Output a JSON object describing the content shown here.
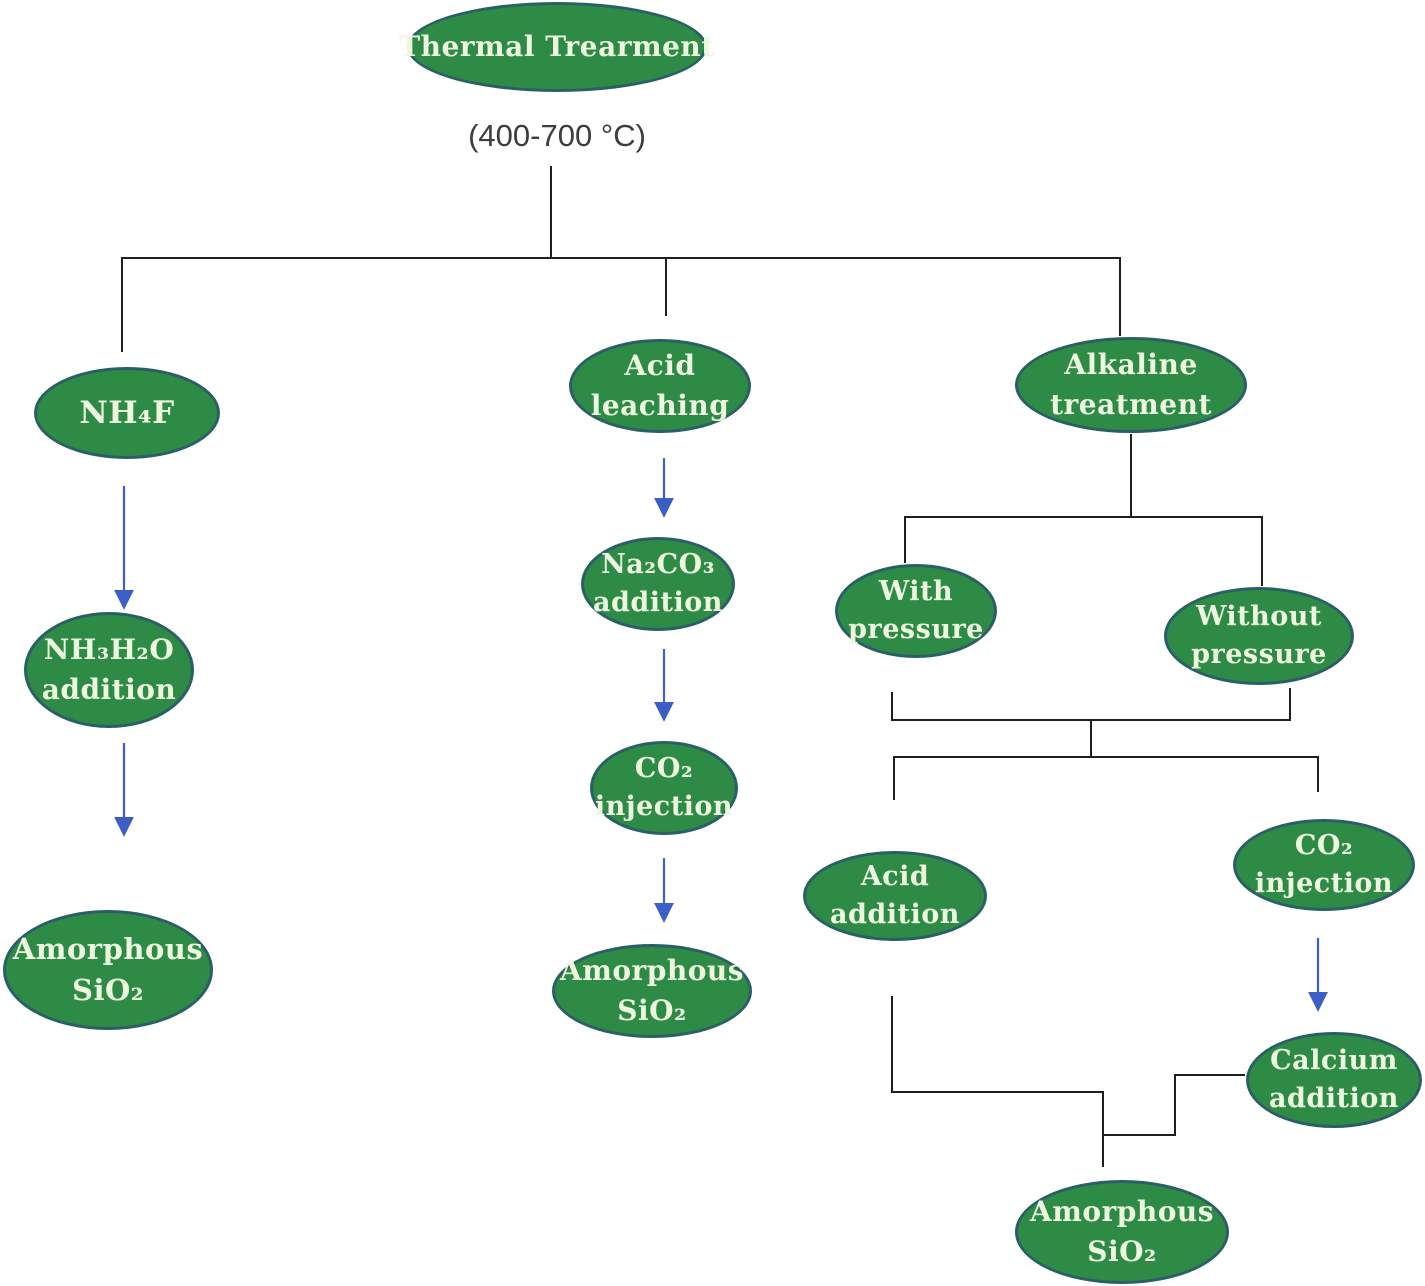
{
  "diagram": {
    "title_node": "Thermal Trearment",
    "temperature_note": "(400-700 °C)",
    "nodes": {
      "thermal": {
        "lines": [
          "Thermal Trearment"
        ]
      },
      "nh4f": {
        "lines": [
          "NH₄F"
        ]
      },
      "nh3h2o": {
        "lines": [
          "NH₃H₂O",
          "addition"
        ]
      },
      "amorphous_left": {
        "lines": [
          "Amorphous",
          "SiO₂"
        ]
      },
      "acid_leaching": {
        "lines": [
          "Acid",
          "leaching"
        ]
      },
      "na2co3": {
        "lines": [
          "Na₂CO₃",
          "addition"
        ]
      },
      "co2_mid": {
        "lines": [
          "CO₂",
          "injection"
        ]
      },
      "amorphous_mid": {
        "lines": [
          "Amorphous",
          "SiO₂"
        ]
      },
      "alkaline": {
        "lines": [
          "Alkaline",
          "treatment"
        ]
      },
      "with_pressure": {
        "lines": [
          "With",
          "pressure"
        ]
      },
      "without_pressure": {
        "lines": [
          "Without",
          "pressure"
        ]
      },
      "acid_addition": {
        "lines": [
          "Acid",
          "addition"
        ]
      },
      "co2_right": {
        "lines": [
          "CO₂",
          "injection"
        ]
      },
      "calcium": {
        "lines": [
          "Calcium",
          "addition"
        ]
      },
      "amorphous_bottom": {
        "lines": [
          "Amorphous",
          "SiO₂"
        ]
      }
    },
    "colors": {
      "node_fill": "#2e8b46",
      "node_border": "#2a5f68",
      "node_text": "#edf7df",
      "connector_line": "#1f1f1f",
      "arrow": "#3c5fc6"
    }
  }
}
